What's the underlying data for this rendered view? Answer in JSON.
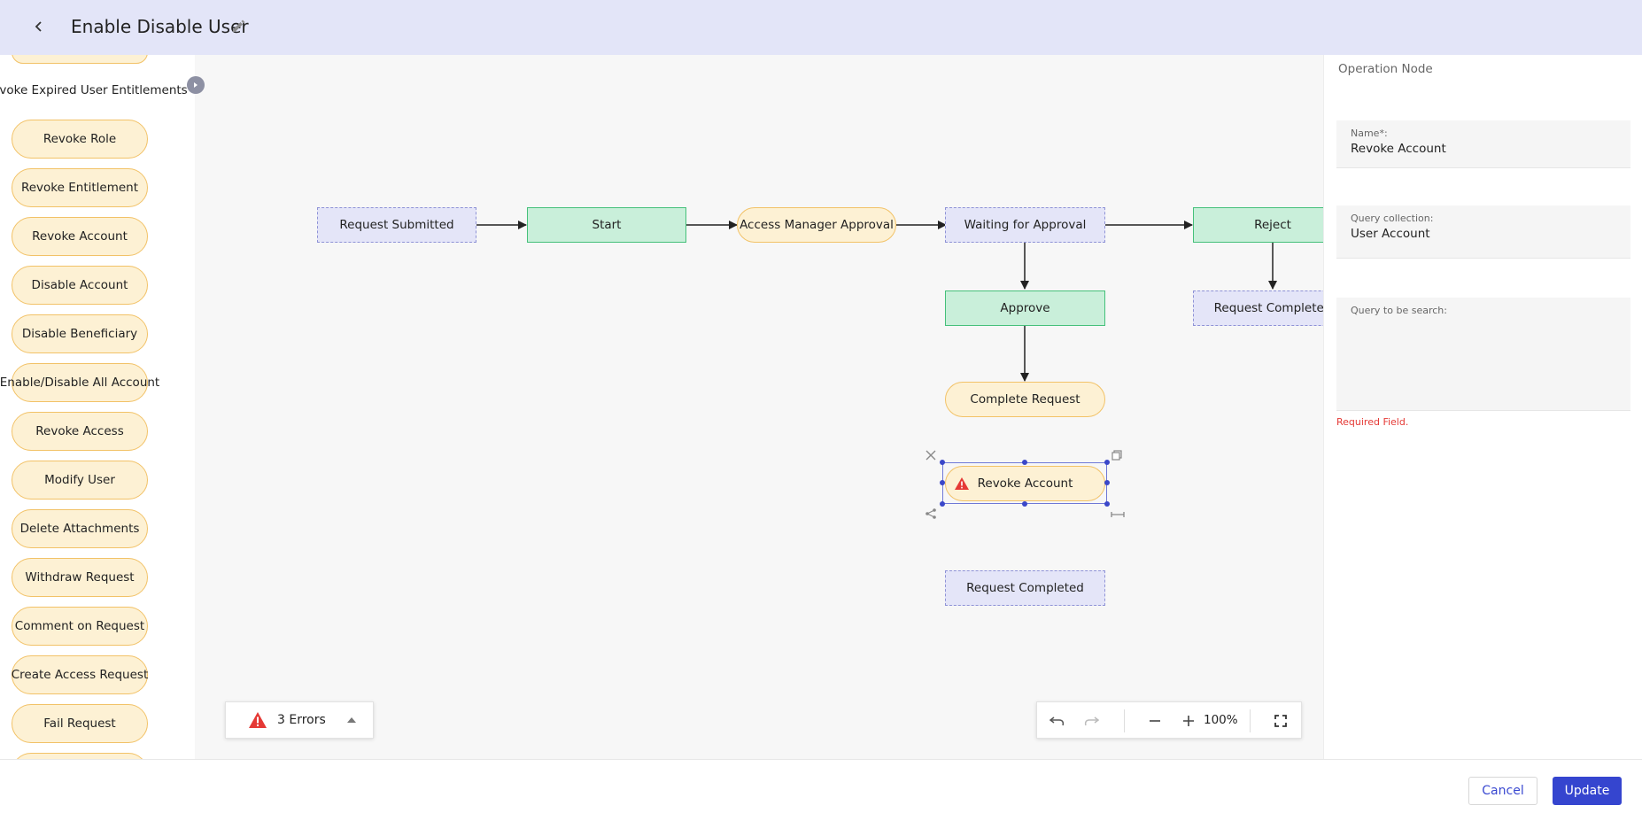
{
  "header": {
    "title": "Enable Disable User"
  },
  "palette": {
    "items": [
      "Revoke Expired User Entitlements",
      "Revoke Role",
      "Revoke Entitlement",
      "Revoke Account",
      "Disable Account",
      "Disable Beneficiary",
      "Enable/Disable All Account",
      "Revoke Access",
      "Modify User",
      "Delete Attachments",
      "Withdraw Request",
      "Comment on Request",
      "Create Access Request",
      "Fail Request"
    ]
  },
  "canvas": {
    "nodes": {
      "request_submitted": "Request Submitted",
      "start": "Start",
      "access_manager_approval": "Access Manager Approval",
      "waiting_for_approval": "Waiting for Approval",
      "reject": "Reject",
      "approve": "Approve",
      "request_completed_top": "Request Completed",
      "complete_request": "Complete Request",
      "revoke_account": "Revoke Account",
      "request_completed_bottom": "Request Completed"
    },
    "errors_label": "3 Errors",
    "zoom": "100%"
  },
  "panel": {
    "title": "Operation Node",
    "name_label": "Name*:",
    "name_value": "Revoke Account",
    "collection_label": "Query collection:",
    "collection_value": "User Account",
    "query_label": "Query to be search:",
    "query_value": "",
    "required_msg": "Required Field."
  },
  "footer": {
    "cancel": "Cancel",
    "update": "Update"
  },
  "colors": {
    "accent": "#3545cf",
    "header_bg": "#e3e5f8",
    "error": "#e53935"
  }
}
